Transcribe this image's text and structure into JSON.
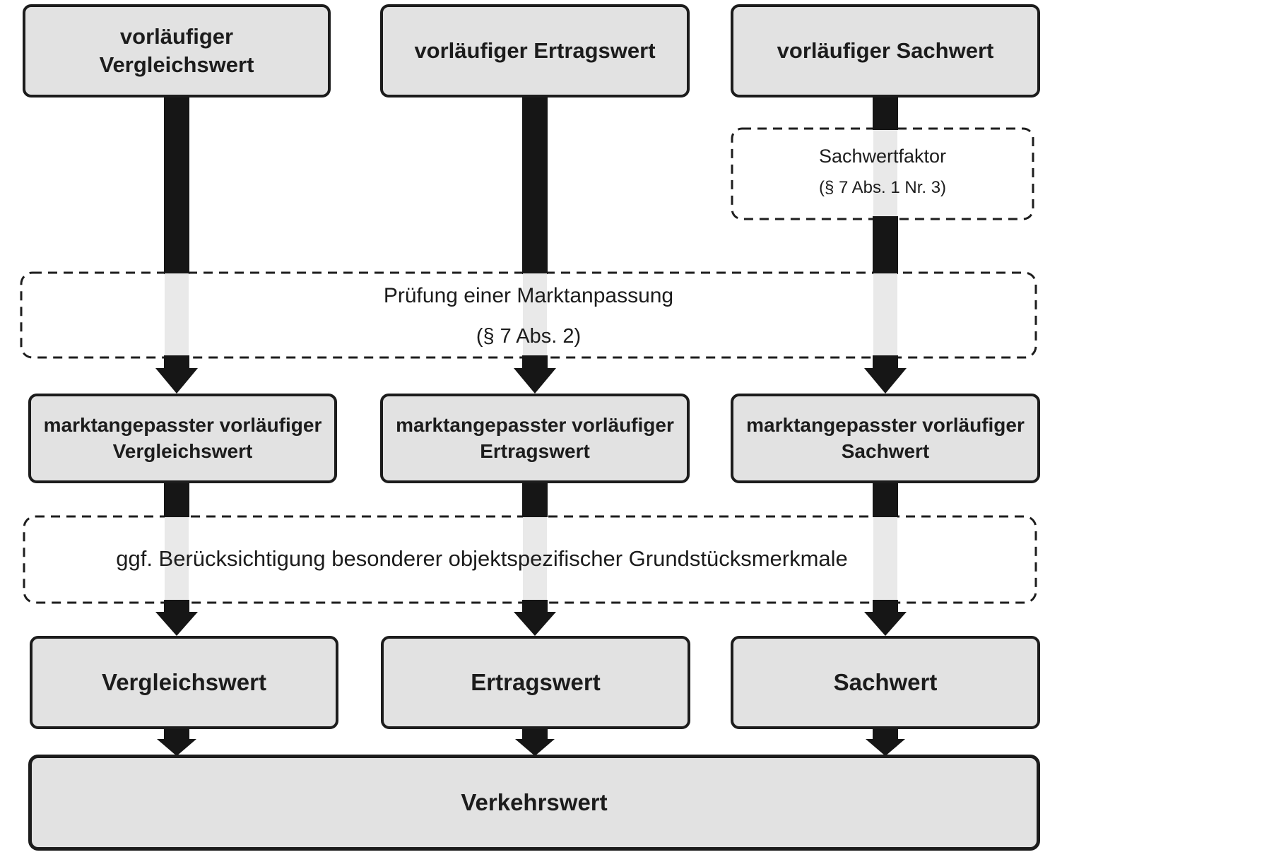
{
  "colors": {
    "box_fill": "#e2e2e2",
    "box_border": "#1c1c1c",
    "arrow_black": "#161616",
    "arrow_faded": "#e9e9e9",
    "dashed_border": "#1e1e1e",
    "background": "#ffffff"
  },
  "boxes": {
    "top_vergleichswert": {
      "line1": "vorläufiger",
      "line2": "Vergleichswert"
    },
    "top_ertragswert": {
      "label": "vorläufiger Ertragswert"
    },
    "top_sachwert": {
      "label": "vorläufiger Sachwert"
    },
    "sachwertfaktor": {
      "line1": "Sachwertfaktor",
      "line2": "(§ 7 Abs. 1 Nr. 3)"
    },
    "marktanpassung": {
      "line1": "Prüfung einer Marktanpassung",
      "line2": "(§ 7 Abs. 2)"
    },
    "mid_vergleichswert": {
      "line1": "marktangepasster vorläufiger",
      "line2": "Vergleichswert"
    },
    "mid_ertragswert": {
      "line1": "marktangepasster vorläufiger",
      "line2": "Ertragswert"
    },
    "mid_sachwert": {
      "line1": "marktangepasster vorläufiger",
      "line2": "Sachwert"
    },
    "merkmale": {
      "label": "ggf. Berücksichtigung besonderer objektspezifischer Grundstücksmerkmale"
    },
    "result_vergleichswert": {
      "label": "Vergleichswert"
    },
    "result_ertragswert": {
      "label": "Ertragswert"
    },
    "result_sachwert": {
      "label": "Sachwert"
    },
    "verkehrswert": {
      "label": "Verkehrswert"
    }
  }
}
